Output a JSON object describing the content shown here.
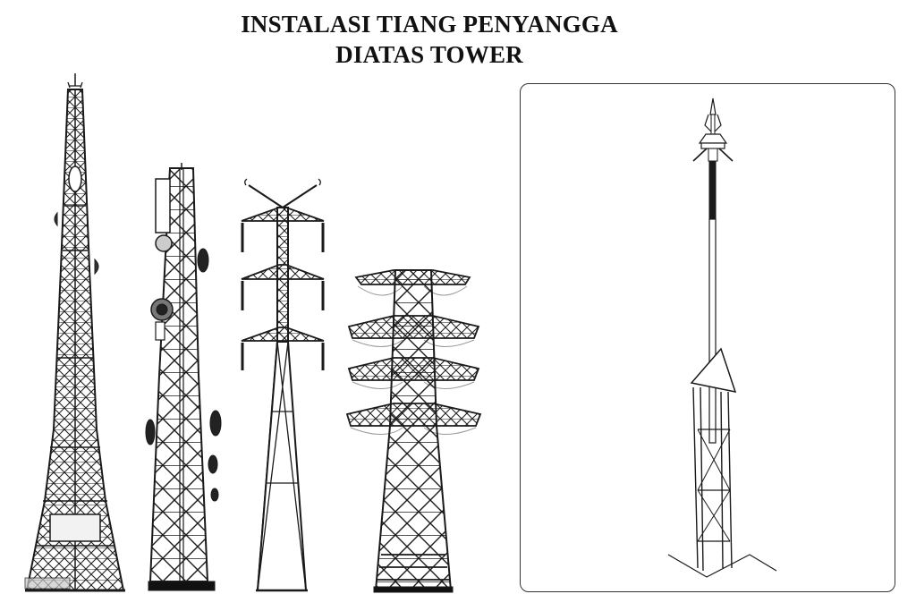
{
  "title": {
    "line1": "INSTALASI TIANG PENYANGGA",
    "line2": "DIATAS TOWER"
  },
  "figures": [
    {
      "id": "broadcast-tower",
      "description": "Tall tapering lattice broadcast tower with antennas"
    },
    {
      "id": "telecom-tower",
      "description": "Lattice telecom tower with dish antennas and equipment"
    },
    {
      "id": "transmission-tower-y",
      "description": "Y-top electricity transmission pylon with three crossarms"
    },
    {
      "id": "transmission-tower-wide",
      "description": "Wide lattice transmission pylon with four crossarms"
    }
  ],
  "detail_panel": {
    "description": "Lightning rod (air terminal) mast mounted on top of triangular tower section",
    "colors": {
      "border": "#333333",
      "mast_band": "#1a1a1a"
    }
  },
  "colors": {
    "line": "#1a1a1a",
    "background": "#ffffff"
  }
}
